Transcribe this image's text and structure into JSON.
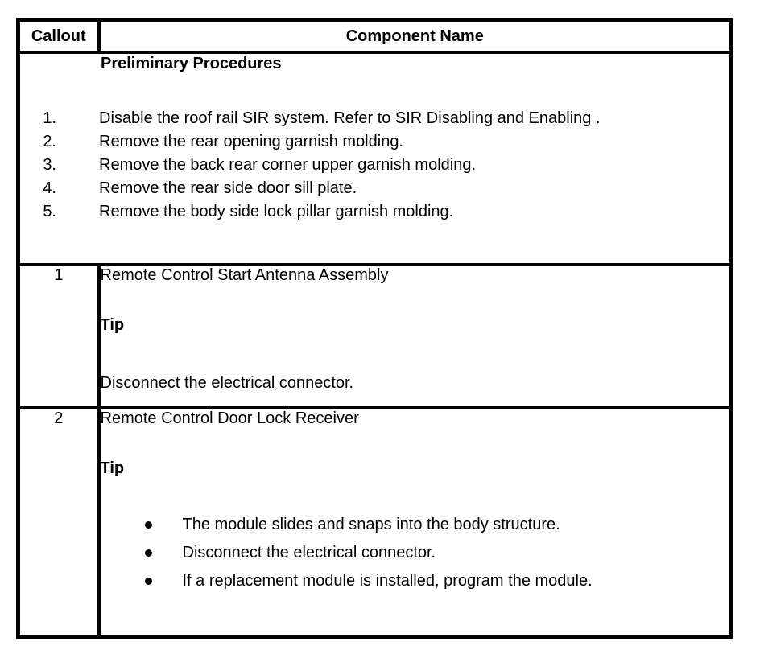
{
  "table": {
    "headers": {
      "callout": "Callout",
      "component": "Component Name"
    },
    "preliminary": {
      "title": "Preliminary Procedures",
      "steps": [
        {
          "num": "1.",
          "text": "Disable the roof rail SIR system. Refer to SIR Disabling and Enabling ."
        },
        {
          "num": "2.",
          "text": "Remove the rear opening garnish molding."
        },
        {
          "num": "3.",
          "text": "Remove the back rear corner upper garnish molding."
        },
        {
          "num": "4.",
          "text": "Remove the rear side door sill plate."
        },
        {
          "num": "5.",
          "text": "Remove the body side lock pillar garnish molding."
        }
      ]
    },
    "rows": [
      {
        "callout": "1",
        "name": "Remote Control Start Antenna Assembly",
        "tip_label": "Tip",
        "note": "Disconnect the electrical connector."
      },
      {
        "callout": "2",
        "name": "Remote Control Door Lock Receiver",
        "tip_label": "Tip",
        "bullets": [
          "The module slides and snaps into the body structure.",
          "Disconnect the electrical connector.",
          "If a replacement module is installed, program the module."
        ]
      }
    ]
  },
  "colors": {
    "border": "#000000",
    "text": "#000000",
    "background": "#ffffff"
  }
}
